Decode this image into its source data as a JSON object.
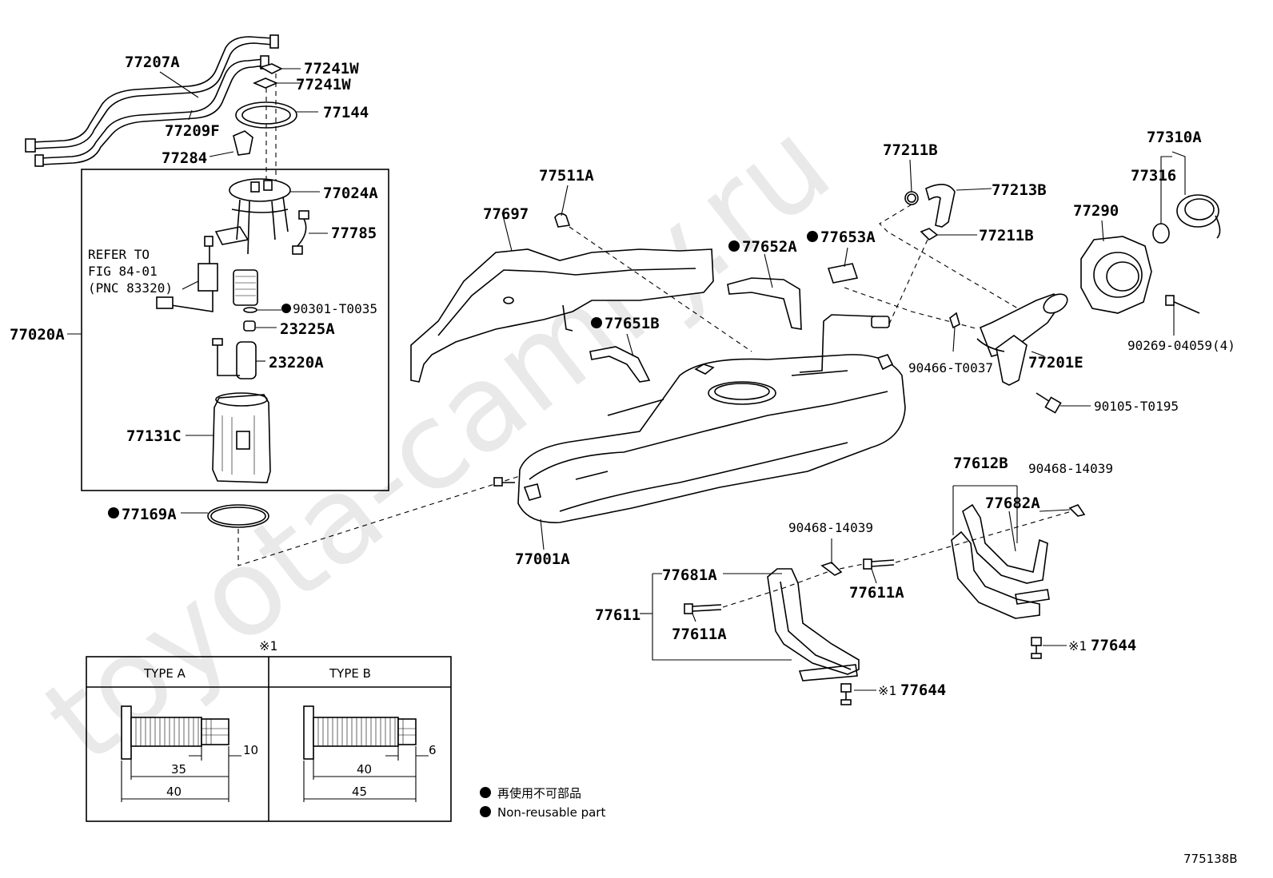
{
  "watermark": "toyota-camry.ru",
  "parts": {
    "p77207A": "77207A",
    "p77241W_1": "77241W",
    "p77241W_2": "77241W",
    "p77144": "77144",
    "p77209F": "77209F",
    "p77284": "77284",
    "p77024A": "77024A",
    "p77785": "77785",
    "p90301": "90301-T0035",
    "p23225A": "23225A",
    "p23220A": "23220A",
    "p77131C": "77131C",
    "p77020A": "77020A",
    "p77169A": "77169A",
    "p77511A": "77511A",
    "p77697": "77697",
    "p77652A": "77652A",
    "p77653A": "77653A",
    "p77651B": "77651B",
    "p77001A": "77001A",
    "p77211B_1": "77211B",
    "p77213B": "77213B",
    "p77211B_2": "77211B",
    "p77310A": "77310A",
    "p77316": "77316",
    "p77290": "77290",
    "p90466": "90466-T0037",
    "p77201E": "77201E",
    "p90269": "90269-04059(4)",
    "p90105": "90105-T0195",
    "p77612B": "77612B",
    "p90468_1": "90468-14039",
    "p77682A": "77682A",
    "p90468_2": "90468-14039",
    "p77681A": "77681A",
    "p77611": "77611",
    "p77611A_1": "77611A",
    "p77611A_2": "77611A",
    "p77644_1": "77644",
    "p77644_2": "77644"
  },
  "refer": {
    "line1": "REFER TO",
    "line2": "FIG 84-01",
    "line3": "(PNC 83320)"
  },
  "note_mark": "※1",
  "bolt_table": {
    "mark": "※1",
    "type_a": {
      "label": "TYPE A",
      "dims": [
        "10",
        "35",
        "40"
      ]
    },
    "type_b": {
      "label": "TYPE B",
      "dims": [
        "6",
        "40",
        "45"
      ]
    }
  },
  "legend": {
    "jp": "再使用不可部品",
    "en": "Non-reusable part"
  },
  "figure_id": "775138B"
}
